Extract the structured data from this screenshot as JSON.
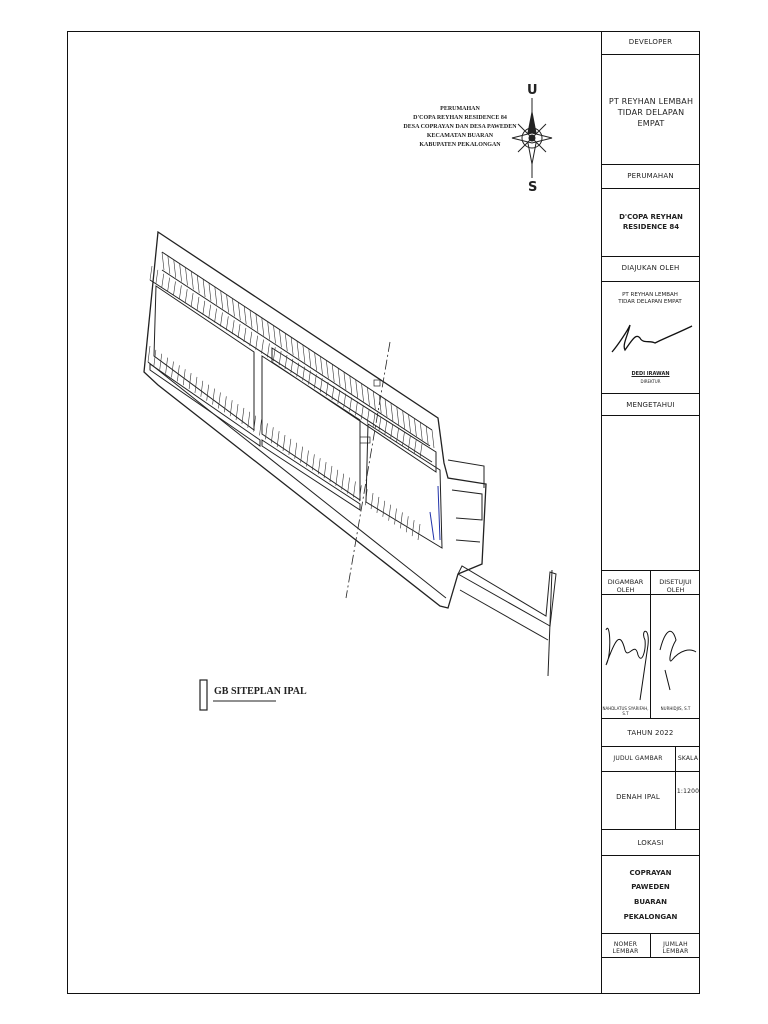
{
  "title_block": {
    "developer_label": "DEVELOPER",
    "developer_name": "PT REYHAN LEMBAH TIDAR DELAPAN EMPAT",
    "perumahan_label": "PERUMAHAN",
    "perumahan_name": "D'COPA REYHAN RESIDENCE 84",
    "diajukan_label": "DIAJUKAN OLEH",
    "diajukan_company": "PT REYHAN LEMBAH TIDAR DELAPAN EMPAT",
    "signer_name": "DEDI IRAWAN",
    "signer_role": "DIREKTUR",
    "mengetahui_label": "MENGETAHUI",
    "digambar_label": "DIGAMBAR OLEH",
    "disetujui_label": "DISETUJUI OLEH",
    "digambar_name": "NAHDLATUS SYARIFAH, S.T",
    "disetujui_name": "NURHIDJIS, S.T",
    "tahun": "TAHUN 2022",
    "judul_label": "JUDUL GAMBAR",
    "skala_label": "SKALA",
    "judul": "DENAH IPAL",
    "skala": "1:1200",
    "lokasi_label": "LOKASI",
    "lokasi_lines": [
      "COPRAYAN",
      "PAWEDEN",
      "BUARAN",
      "PEKALONGAN"
    ],
    "nomor_label": "NOMER LEMBAR",
    "jumlah_label": "JUMLAH LEMBAR"
  },
  "project_note": {
    "line1": "PERUMAHAN",
    "line2": "D'COPA REYHAN RESIDENCE 84",
    "line3": "DESA COPRAYAN DAN DESA PAWEDEN",
    "line4": "KECAMATAN BUARAN",
    "line5": "KABUPATEN PEKALONGAN"
  },
  "compass": {
    "north": "U",
    "south": "S"
  },
  "drawing_title": "GB SITEPLAN IPAL",
  "colors": {
    "line": "#222222",
    "pipe": "#2233aa"
  }
}
